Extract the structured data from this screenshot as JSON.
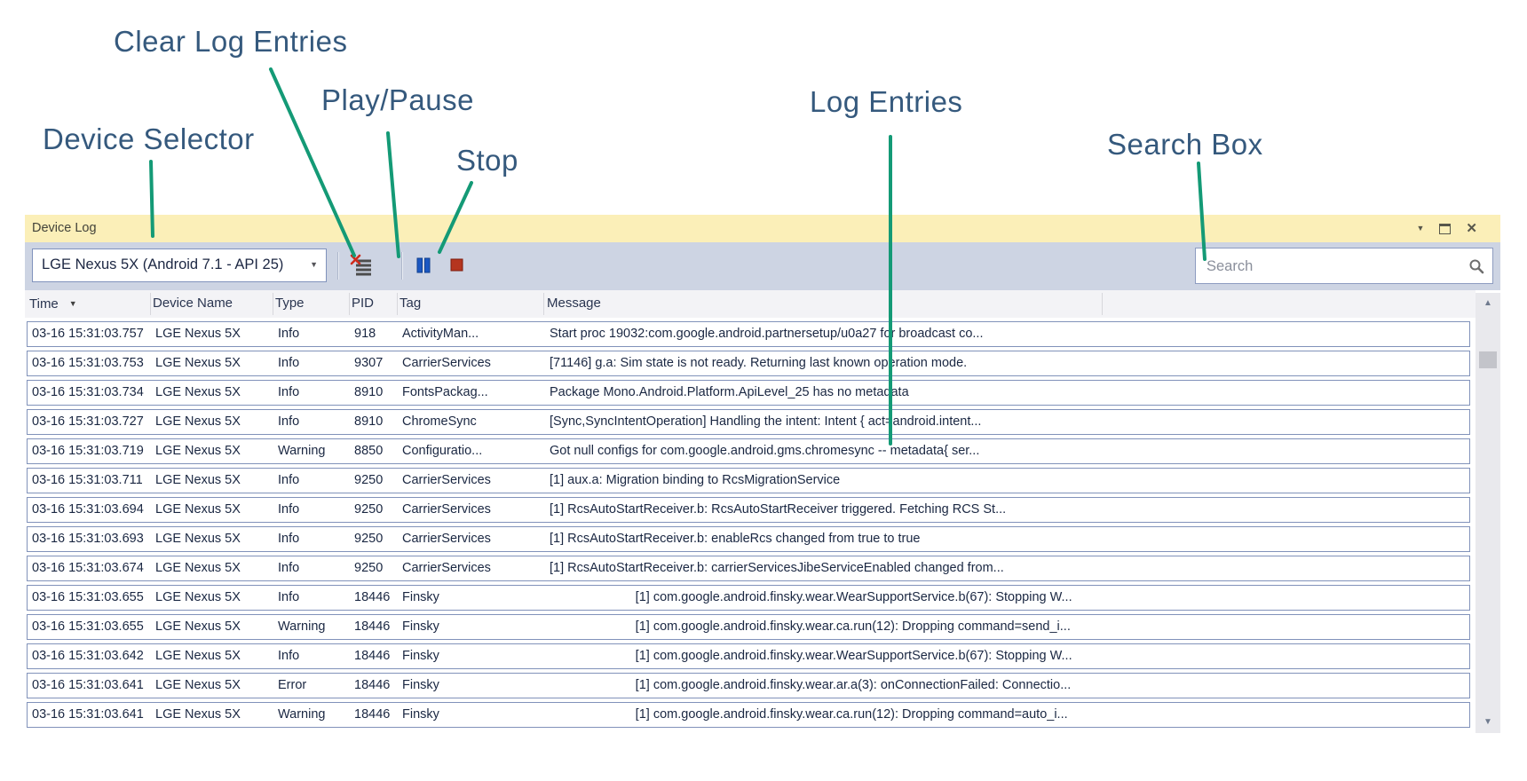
{
  "annotations": {
    "device_selector": {
      "label": "Device Selector"
    },
    "clear_log_entries": {
      "label": "Clear Log Entries"
    },
    "play_pause": {
      "label": "Play/Pause"
    },
    "stop": {
      "label": "Stop"
    },
    "log_entries": {
      "label": "Log Entries"
    },
    "search_box": {
      "label": "Search Box"
    }
  },
  "panel": {
    "title": "Device Log",
    "window_controls": {
      "menu_glyph": "▼",
      "close_glyph": "✕"
    },
    "toolbar": {
      "device_selector": {
        "value": "LGE Nexus 5X (Android 7.1 - API 25)",
        "arrow_glyph": "▼"
      },
      "search": {
        "placeholder": "Search"
      }
    },
    "table": {
      "columns": [
        "Time",
        "Device Name",
        "Type",
        "PID",
        "Tag",
        "Message"
      ],
      "sorted_column": "Time",
      "sort_glyph": "▼",
      "rows": [
        {
          "time": "03-16 15:31:03.757",
          "device": "LGE Nexus 5X",
          "type": "Info",
          "pid": "918",
          "tag": "ActivityMan...",
          "message": "Start proc 19032:com.google.android.partnersetup/u0a27 for broadcast co..."
        },
        {
          "time": "03-16 15:31:03.753",
          "device": "LGE Nexus 5X",
          "type": "Info",
          "pid": "9307",
          "tag": "CarrierServices",
          "message": "[71146] g.a: Sim state is not ready. Returning last known operation mode."
        },
        {
          "time": "03-16 15:31:03.734",
          "device": "LGE Nexus 5X",
          "type": "Info",
          "pid": "8910",
          "tag": "FontsPackag...",
          "message": "Package Mono.Android.Platform.ApiLevel_25 has no metadata"
        },
        {
          "time": "03-16 15:31:03.727",
          "device": "LGE Nexus 5X",
          "type": "Info",
          "pid": "8910",
          "tag": "ChromeSync",
          "message": "[Sync,SyncIntentOperation] Handling the intent: Intent { act=android.intent..."
        },
        {
          "time": "03-16 15:31:03.719",
          "device": "LGE Nexus 5X",
          "type": "Warning",
          "pid": "8850",
          "tag": "Configuratio...",
          "message": "Got null configs for com.google.android.gms.chromesync -- metadata{ ser..."
        },
        {
          "time": "03-16 15:31:03.711",
          "device": "LGE Nexus 5X",
          "type": "Info",
          "pid": "9250",
          "tag": "CarrierServices",
          "message": "[1] aux.a: Migration binding to RcsMigrationService"
        },
        {
          "time": "03-16 15:31:03.694",
          "device": "LGE Nexus 5X",
          "type": "Info",
          "pid": "9250",
          "tag": "CarrierServices",
          "message": "[1] RcsAutoStartReceiver.b: RcsAutoStartReceiver triggered. Fetching RCS St..."
        },
        {
          "time": "03-16 15:31:03.693",
          "device": "LGE Nexus 5X",
          "type": "Info",
          "pid": "9250",
          "tag": "CarrierServices",
          "message": "[1] RcsAutoStartReceiver.b: enableRcs changed from true to true"
        },
        {
          "time": "03-16 15:31:03.674",
          "device": "LGE Nexus 5X",
          "type": "Info",
          "pid": "9250",
          "tag": "CarrierServices",
          "message": "[1] RcsAutoStartReceiver.b: carrierServicesJibeServiceEnabled changed from..."
        },
        {
          "time": "03-16 15:31:03.655",
          "device": "LGE Nexus 5X",
          "type": "Info",
          "pid": "18446",
          "tag": "Finsky",
          "message": "                        [1] com.google.android.finsky.wear.WearSupportService.b(67): Stopping W..."
        },
        {
          "time": "03-16 15:31:03.655",
          "device": "LGE Nexus 5X",
          "type": "Warning",
          "pid": "18446",
          "tag": "Finsky",
          "message": "                        [1] com.google.android.finsky.wear.ca.run(12): Dropping command=send_i..."
        },
        {
          "time": "03-16 15:31:03.642",
          "device": "LGE Nexus 5X",
          "type": "Info",
          "pid": "18446",
          "tag": "Finsky",
          "message": "                        [1] com.google.android.finsky.wear.WearSupportService.b(67): Stopping W..."
        },
        {
          "time": "03-16 15:31:03.641",
          "device": "LGE Nexus 5X",
          "type": "Error",
          "pid": "18446",
          "tag": "Finsky",
          "message": "                        [1] com.google.android.finsky.wear.ar.a(3): onConnectionFailed: Connectio..."
        },
        {
          "time": "03-16 15:31:03.641",
          "device": "LGE Nexus 5X",
          "type": "Warning",
          "pid": "18446",
          "tag": "Finsky",
          "message": "                        [1] com.google.android.finsky.wear.ca.run(12): Dropping command=auto_i..."
        }
      ]
    },
    "scrollbar": {
      "up_glyph": "▲",
      "down_glyph": "▼"
    }
  },
  "colors": {
    "titlebar_yellow": "#fbefb8",
    "toolbar_gray": "#cdd4e3",
    "row_border_blue": "#8192ba",
    "annotation_text": "#35597d",
    "callout_teal": "#149a76",
    "pause_blue": "#1b57c2",
    "stop_red": "#b5351f",
    "clear_x_red": "#cf2a1b"
  }
}
